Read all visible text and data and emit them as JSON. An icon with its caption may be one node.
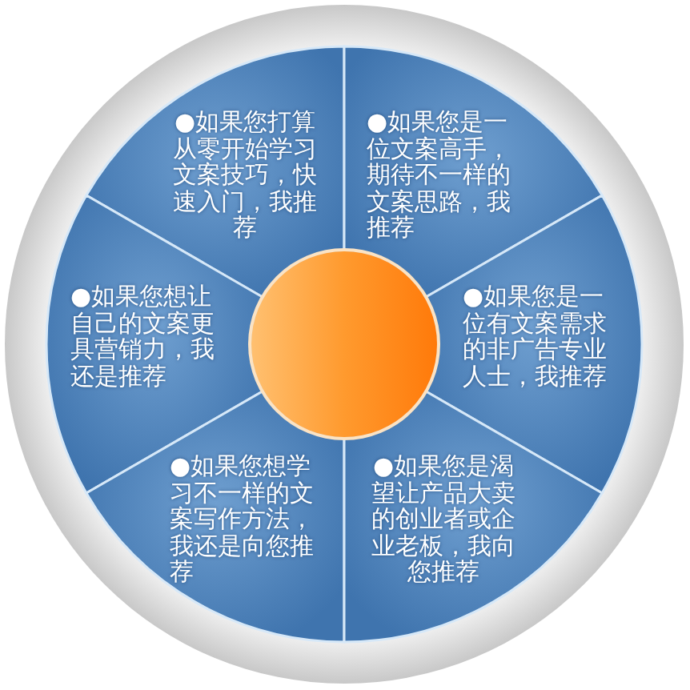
{
  "diagram": {
    "nodes": [
      {
        "text": [
          "●如果您打算从零开始学习文案技巧，快速入门，我推荐"
        ]
      },
      {
        "text": [
          "●如果您是一位文案高手，期待不一样的文案思路，我推荐"
        ]
      },
      {
        "text": [
          "●如果您想让自己的文案更具营销力，我还是推荐"
        ]
      },
      {
        "text": [
          "●如果您是一位有文案需求的非广告专业人士，我推荐"
        ]
      },
      {
        "text": [
          "●如果您想学习不一样的文案写作方法，我还是向您推荐"
        ]
      },
      {
        "text": [
          "●如果您是渴望让产品大卖的创业者或企业老板，我向您推荐"
        ]
      },
      {
        "text": [],
        "shape": "circle"
      }
    ]
  }
}
